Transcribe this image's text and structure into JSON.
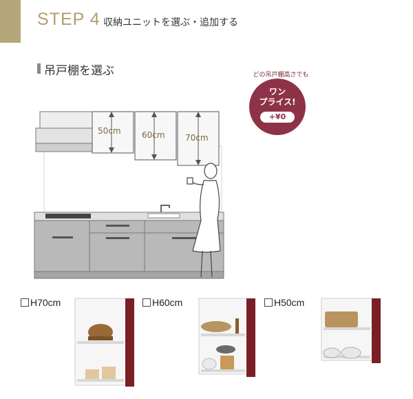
{
  "header": {
    "step_label": "STEP 4",
    "step_title": "収納ユニットを選ぶ・追加する",
    "accent_color": "#b5a77a"
  },
  "section": {
    "title": "吊戸棚を選ぶ"
  },
  "badge": {
    "note": "どの吊戸棚高さでも",
    "line1": "ワン",
    "line2": "プライス!",
    "price": "+¥0",
    "color": "#8e3347"
  },
  "diagram": {
    "heights": [
      "50cm",
      "60cm",
      "70cm"
    ]
  },
  "options": [
    {
      "label": "H70cm"
    },
    {
      "label": "H60cm"
    },
    {
      "label": "H50cm"
    }
  ]
}
